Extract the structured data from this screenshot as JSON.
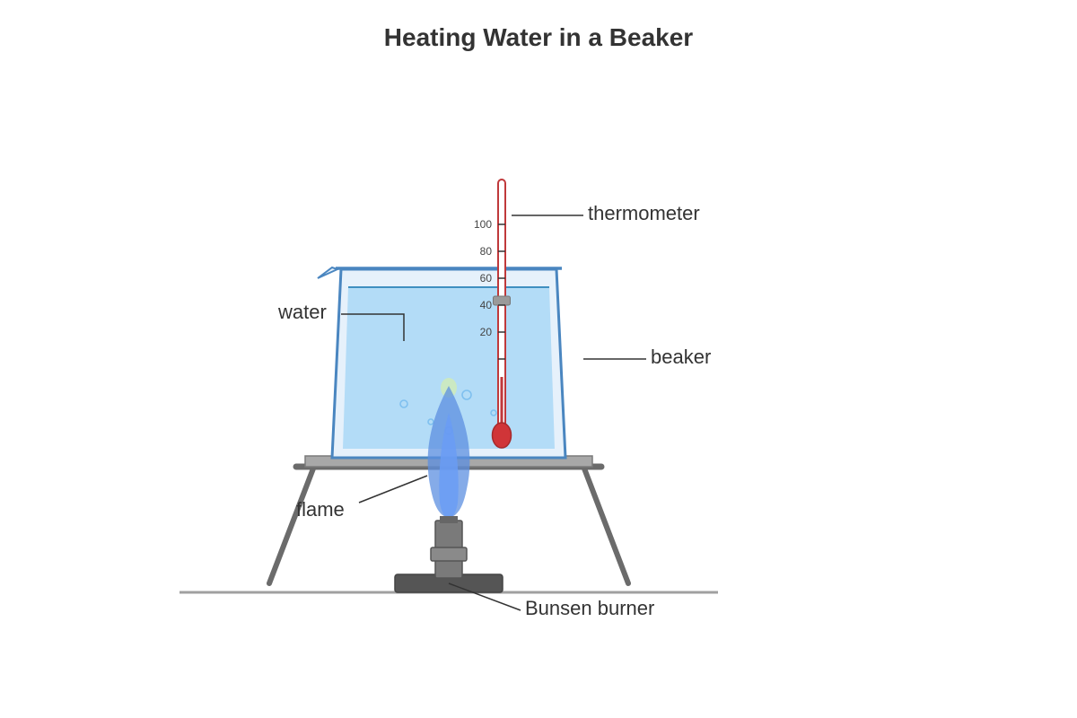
{
  "title": "Heating Water in a Beaker",
  "labels": {
    "thermometer": "thermometer",
    "water": "water",
    "beaker": "beaker",
    "flame": "flame",
    "burner": "Bunsen burner"
  },
  "thermometer_scale": [
    "100",
    "80",
    "60",
    "40",
    "20"
  ],
  "colors": {
    "water": "#b3dcf7",
    "beaker_outline": "#4a86c0",
    "thermometer": "#c0393b",
    "flame": "#5c8fe0",
    "metal": "#6b6b6b",
    "ground": "#a0a0a0",
    "text": "#333333"
  }
}
